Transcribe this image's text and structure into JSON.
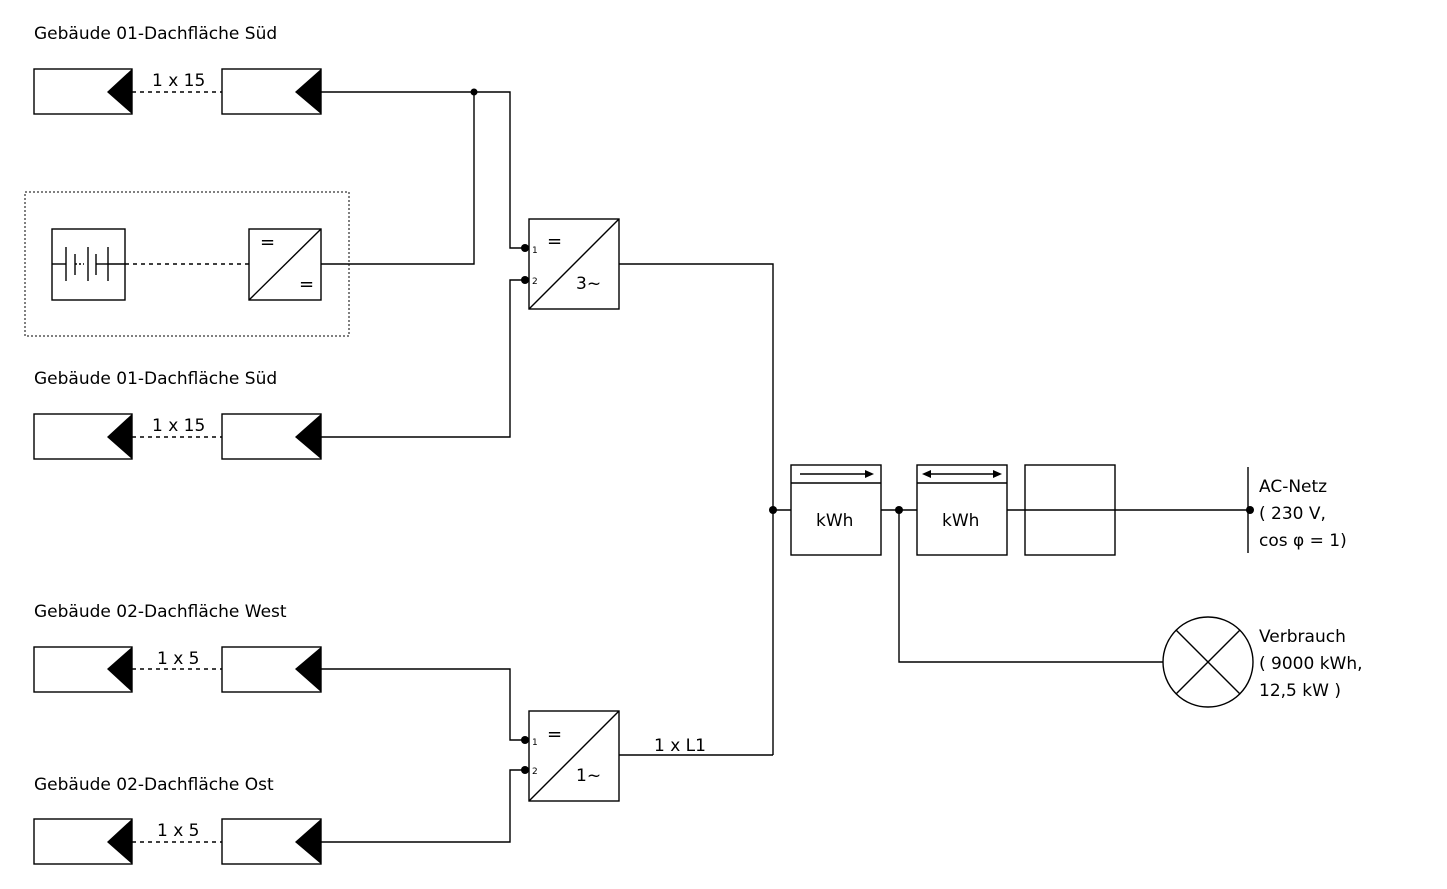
{
  "groups": {
    "g1": {
      "title": "Gebäude 01-Dachfläche Süd",
      "count": "1 x 15"
    },
    "g2": {
      "title": "Gebäude 01-Dachfläche Süd",
      "count": "1 x 15"
    },
    "g3": {
      "title": "Gebäude 02-Dachfläche West",
      "count": "1 x 5"
    },
    "g4": {
      "title": "Gebäude 02-Dachfläche Ost",
      "count": "1 x 5"
    }
  },
  "storage": {
    "converter_top": "=",
    "converter_bottom": "="
  },
  "inverter1": {
    "input_symbol": "=",
    "output_symbol": "3~",
    "pin1": "1",
    "pin2": "2"
  },
  "inverter2": {
    "input_symbol": "=",
    "output_symbol": "1~",
    "pin1": "1",
    "pin2": "2",
    "output_label": "1 x L1"
  },
  "meters": {
    "meter1": "kWh",
    "meter2": "kWh"
  },
  "grid": {
    "line1": "AC-Netz",
    "line2": "( 230 V,",
    "line3": "cos φ = 1)"
  },
  "consumption": {
    "line1": "Verbrauch",
    "line2": "( 9000 kWh,",
    "line3": "12,5 kW )"
  }
}
